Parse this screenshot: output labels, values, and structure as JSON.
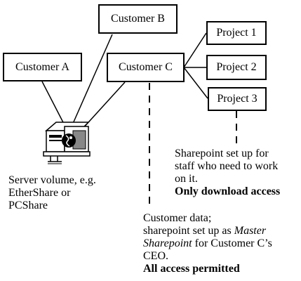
{
  "nodes": {
    "customer_a": "Customer A",
    "customer_b": "Customer B",
    "customer_c": "Customer C",
    "project_1": "Project 1",
    "project_2": "Project 2",
    "project_3": "Project 3"
  },
  "server_caption": {
    "line1": "Server volume, e.g.",
    "line2": "EtherShare or",
    "line3": "PCShare"
  },
  "project_caption": {
    "line1": "Sharepoint set up for",
    "line2": "staff who need to work",
    "line3": "on it.",
    "line4_bold": "Only download access"
  },
  "customer_caption": {
    "line1": "Customer data;",
    "line2_prefix": "sharepoint set up as ",
    "line2_italic": "Master",
    "line3_italic": "Sharepoint",
    "line3_suffix": " for Customer C’s",
    "line4": "CEO.",
    "line5_bold": "All access permitted"
  }
}
